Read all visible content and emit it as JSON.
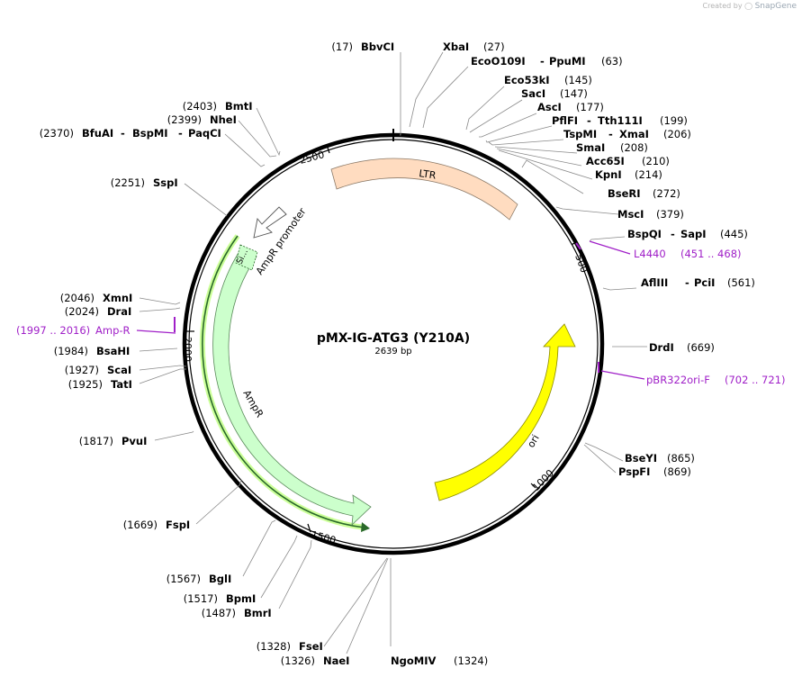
{
  "credit": {
    "prefix": "Created by",
    "brand": "SnapGene"
  },
  "map": {
    "name": "pMX-IG-ATG3 (Y210A)",
    "length_label": "2639 bp",
    "length": 2639
  },
  "ticks": [
    "500",
    "1000",
    "1500",
    "2000",
    "2500"
  ],
  "colors": {
    "ltr": "#ffdcc0",
    "ori": "#ffff00",
    "ampr": "#ccffcc",
    "promoter": "#ffffff",
    "primer": "#a020c8",
    "outline": "#000000",
    "ampr_primer": "#1e9e1e"
  },
  "features": [
    {
      "name": "LTR",
      "start": 2419,
      "end": 358,
      "color": "#ffdcc0",
      "strand": "none"
    },
    {
      "name": "ori",
      "start": 1168,
      "end": 702,
      "color": "#ffff00",
      "strand": "reverse"
    },
    {
      "name": "AmpR",
      "start": 2169,
      "end": 1329,
      "color": "#ccffcc",
      "strand": "reverse"
    },
    {
      "name": "AmpR promoter",
      "start": 2290,
      "end": 2210,
      "color": "#ffffff",
      "strand": "reverse"
    },
    {
      "name": "Si…",
      "start": 2162,
      "end": 2145,
      "color": "#ccffcc",
      "strand": "none"
    }
  ],
  "sites": [
    {
      "name": "BbvCI",
      "pos": "(17)",
      "label_rows": [
        "BbvCI"
      ]
    },
    {
      "name": "XbaI",
      "pos": "(27)"
    },
    {
      "name": "EcoO109I",
      "pos": "(63)",
      "alt": "PpuMI"
    },
    {
      "name": "Eco53kI",
      "pos": "(145)"
    },
    {
      "name": "SacI",
      "pos": "(147)"
    },
    {
      "name": "AscI",
      "pos": "(177)"
    },
    {
      "name": "PflFI",
      "pos": "(199)",
      "alt": "Tth111I"
    },
    {
      "name": "TspMI",
      "pos": "(206)",
      "alt": "XmaI"
    },
    {
      "name": "SmaI",
      "pos": "(208)"
    },
    {
      "name": "Acc65I",
      "pos": "(210)"
    },
    {
      "name": "KpnI",
      "pos": "(214)"
    },
    {
      "name": "BseRI",
      "pos": "(272)"
    },
    {
      "name": "MscI",
      "pos": "(379)"
    },
    {
      "name": "BspQI",
      "pos": "(445)",
      "alt": "SapI"
    },
    {
      "name": "AflIII",
      "pos": "(561)",
      "alt": "PciI"
    },
    {
      "name": "DrdI",
      "pos": "(669)"
    },
    {
      "name": "BseYI",
      "pos": "(865)"
    },
    {
      "name": "PspFI",
      "pos": "(869)"
    },
    {
      "name": "NgoMIV",
      "pos": "(1324)"
    },
    {
      "name": "NaeI",
      "pos": "(1326)"
    },
    {
      "name": "FseI",
      "pos": "(1328)"
    },
    {
      "name": "BmrI",
      "pos": "(1487)"
    },
    {
      "name": "BpmI",
      "pos": "(1517)"
    },
    {
      "name": "BglI",
      "pos": "(1567)"
    },
    {
      "name": "FspI",
      "pos": "(1669)"
    },
    {
      "name": "PvuI",
      "pos": "(1817)"
    },
    {
      "name": "TatI",
      "pos": "(1925)"
    },
    {
      "name": "ScaI",
      "pos": "(1927)"
    },
    {
      "name": "BsaHI",
      "pos": "(1984)"
    },
    {
      "name": "DraI",
      "pos": "(2024)"
    },
    {
      "name": "XmnI",
      "pos": "(2046)"
    },
    {
      "name": "SspI",
      "pos": "(2251)"
    },
    {
      "name": "BfuAI",
      "pos": "(2370)",
      "alt": "BspMI",
      "alt2": "PaqCI"
    },
    {
      "name": "NheI",
      "pos": "(2399)"
    },
    {
      "name": "BmtI",
      "pos": "(2403)"
    }
  ],
  "primers": [
    {
      "name": "L4440",
      "pos": "(451 .. 468)"
    },
    {
      "name": "pBR322ori-F",
      "pos": "(702 .. 721)"
    },
    {
      "name": "Amp-R",
      "pos": "(1997 .. 2016)"
    }
  ]
}
